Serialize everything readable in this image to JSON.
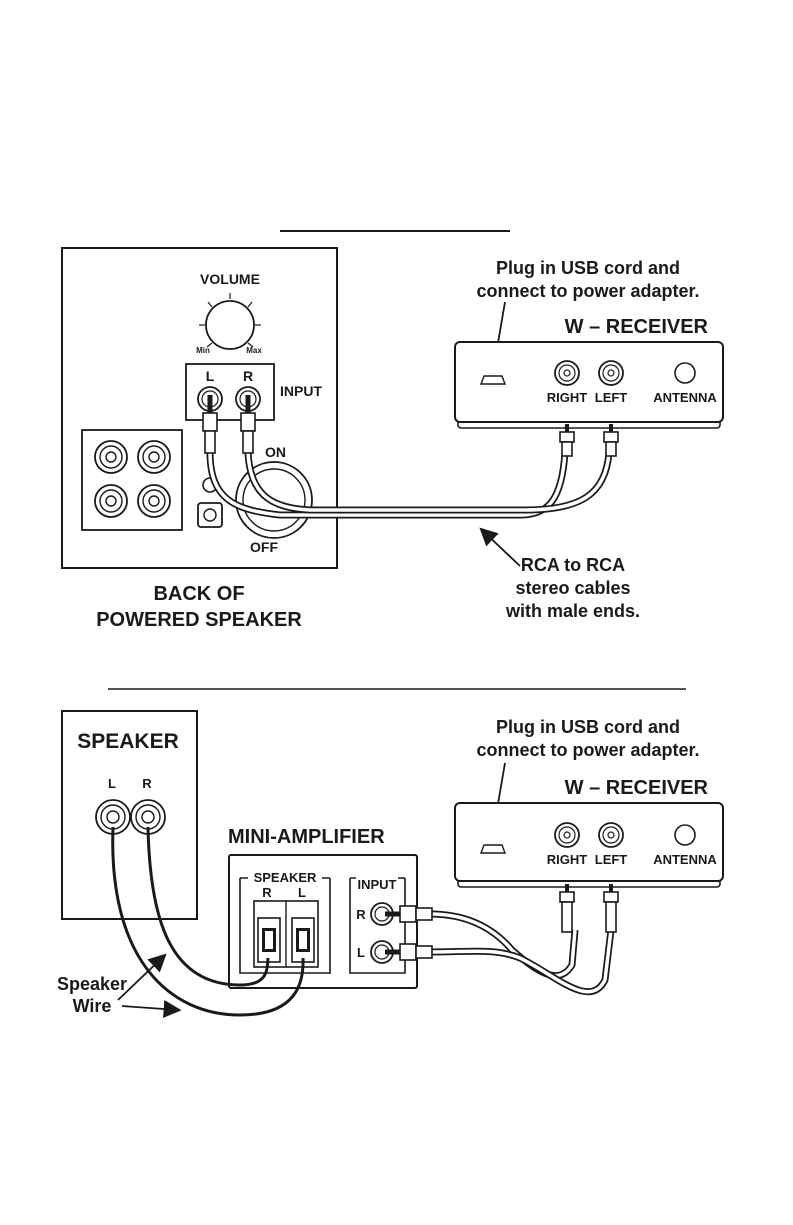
{
  "top": {
    "speaker_panel": {
      "volume_label": "VOLUME",
      "min_label": "Min",
      "max_label": "Max",
      "input_label": "INPUT",
      "l_label": "L",
      "r_label": "R",
      "on_label": "ON",
      "off_label": "OFF"
    },
    "caption_line1": "BACK OF",
    "caption_line2": "POWERED SPEAKER",
    "usb_note_line1": "Plug in USB cord and",
    "usb_note_line2": "connect to power adapter.",
    "receiver": {
      "title": "W – RECEIVER",
      "right_label": "RIGHT",
      "left_label": "LEFT",
      "antenna_label": "ANTENNA"
    },
    "cable_note_line1": "RCA to RCA",
    "cable_note_line2": "stereo cables",
    "cable_note_line3": "with male ends."
  },
  "bottom": {
    "speaker": {
      "title": "SPEAKER",
      "l_label": "L",
      "r_label": "R"
    },
    "amp": {
      "title": "MINI-AMPLIFIER",
      "speaker_label": "SPEAKER",
      "spk_r_label": "R",
      "spk_l_label": "L",
      "input_label": "INPUT",
      "in_r_label": "R",
      "in_l_label": "L"
    },
    "usb_note_line1": "Plug in USB cord and",
    "usb_note_line2": "connect to power adapter.",
    "receiver": {
      "title": "W – RECEIVER",
      "right_label": "RIGHT",
      "left_label": "LEFT",
      "antenna_label": "ANTENNA"
    },
    "wire_label_line1": "Speaker",
    "wire_label_line2": "Wire"
  }
}
